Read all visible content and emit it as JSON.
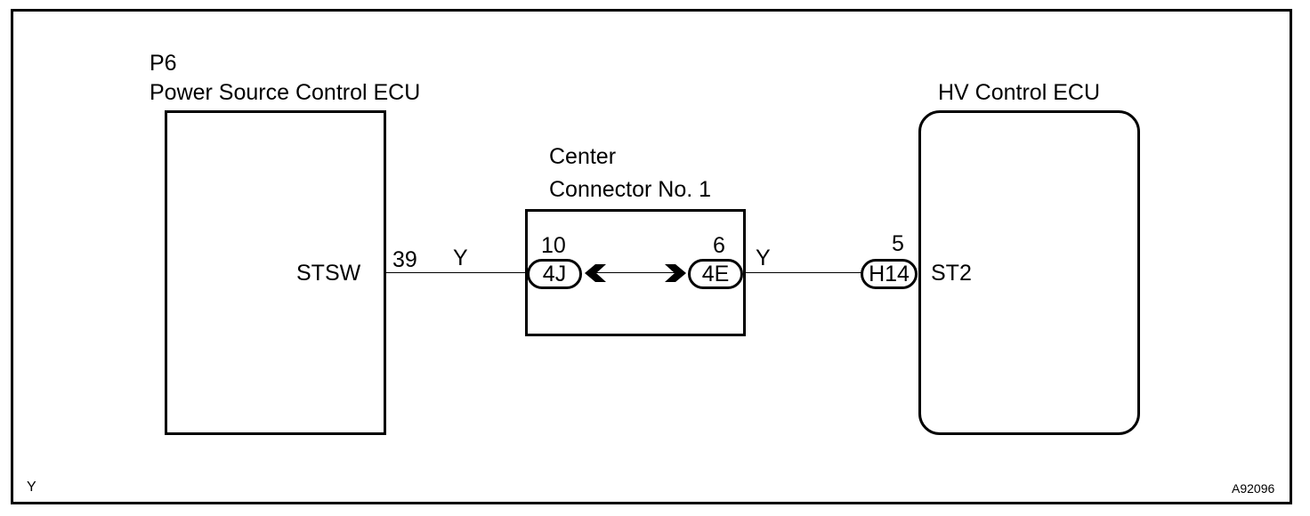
{
  "ecu_left": {
    "code": "P6",
    "name": "Power Source Control ECU",
    "terminal_name": "STSW",
    "pin": "39",
    "wire_color": "Y"
  },
  "center_connector": {
    "title_line1": "Center",
    "title_line2": "Connector No. 1",
    "left_pin": "10",
    "left_connector": "4J",
    "right_pin": "6",
    "right_connector": "4E",
    "wire_color_out": "Y"
  },
  "ecu_right": {
    "name": "HV Control ECU",
    "connector": "H14",
    "pin": "5",
    "terminal_name": "ST2"
  },
  "footer": {
    "left_label": "Y",
    "figure_code": "A92096"
  }
}
